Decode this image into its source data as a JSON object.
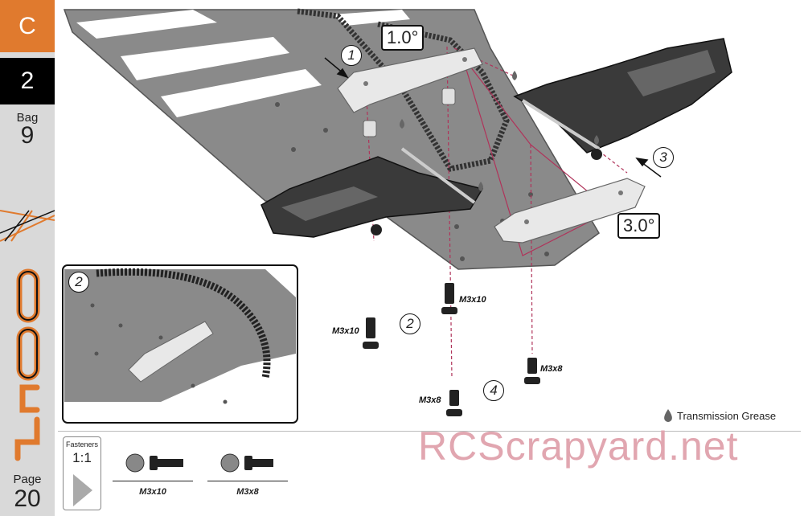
{
  "sidebar": {
    "section_letter": "C",
    "step_number": "2",
    "bag_label": "Bag",
    "bag_number": "9",
    "page_label": "Page",
    "page_number": "20",
    "colors": {
      "section": "#e07a2e",
      "step": "#000000",
      "logo": "#e07a2e"
    }
  },
  "callouts": {
    "angle_front": "1.0°",
    "angle_rear": "3.0°",
    "step_1": "1",
    "step_2": "2",
    "step_3": "3",
    "step_4": "4",
    "inset_step": "2"
  },
  "screws": {
    "left": "M3x10",
    "center": "M3x10",
    "right": "M3x8",
    "bottom": "M3x8"
  },
  "legend": {
    "icon": "grease-drop-icon",
    "label": "Transmission Grease"
  },
  "fasteners": {
    "title": "Fasteners",
    "scale": "1:1",
    "items": [
      {
        "name": "M3x10",
        "icon": "screw-icon"
      },
      {
        "name": "M3x8",
        "icon": "screw-icon"
      }
    ]
  },
  "watermark": "RCScrapyard.net"
}
